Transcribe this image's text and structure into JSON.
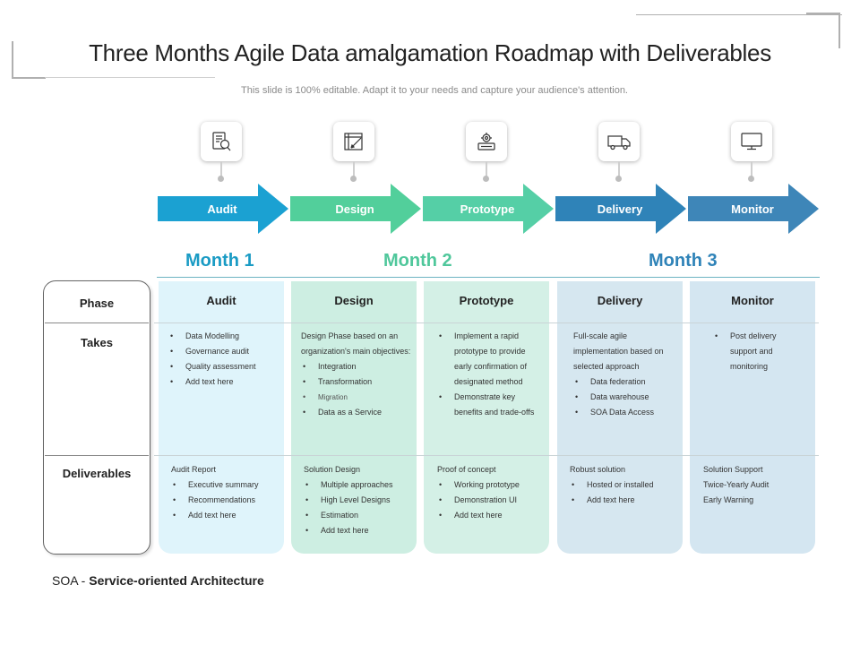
{
  "title": "Three Months Agile Data amalgamation Roadmap with Deliverables",
  "subtitle": "This slide is 100% editable. Adapt it to your needs and capture your audience's attention.",
  "colors": {
    "audit": "#1ba1d2",
    "design": "#4fcf9d",
    "prototype": "#4fcfa4",
    "delivery": "#2f83b8",
    "monitor": "#3e86b8",
    "month_text": "#1a9bc4",
    "col_audit": "#dff4fb",
    "col_design": "#cdeee2",
    "col_prototype": "#d4f0e6",
    "col_delivery": "#d6e7f0",
    "col_monitor": "#d4e6f1"
  },
  "phases": [
    {
      "label": "Audit",
      "icon": "audit-report-icon"
    },
    {
      "label": "Design",
      "icon": "design-tools-icon"
    },
    {
      "label": "Prototype",
      "icon": "prototype-gear-icon"
    },
    {
      "label": "Delivery",
      "icon": "delivery-truck-icon"
    },
    {
      "label": "Monitor",
      "icon": "monitor-icon"
    }
  ],
  "months": [
    "Month 1",
    "Month 2",
    "Month 3"
  ],
  "row_labels": {
    "phase": "Phase",
    "takes": "Takes",
    "deliverables": "Deliverables"
  },
  "columns": [
    {
      "header": "Audit",
      "takes_intro": "",
      "takes": [
        "Data Modelling",
        "Governance audit",
        "Quality assessment",
        "Add text here"
      ],
      "deliverables_intro": "Audit Report",
      "deliverables": [
        "Executive summary",
        "Recommendations",
        "Add text here"
      ]
    },
    {
      "header": "Design",
      "takes_intro": "Design Phase based on an organization's main objectives:",
      "takes": [
        "Integration",
        "Transformation",
        "Migration",
        "Data as a Service"
      ],
      "deliverables_intro": "Solution Design",
      "deliverables": [
        "Multiple approaches",
        "High Level Designs",
        "Estimation",
        "Add text here"
      ]
    },
    {
      "header": "Prototype",
      "takes_intro": "",
      "takes": [
        "Implement a rapid prototype to provide early confirmation of designated method",
        "Demonstrate key benefits and trade-offs"
      ],
      "deliverables_intro": "Proof of concept",
      "deliverables": [
        "Working prototype",
        "Demonstration UI",
        "Add text here"
      ]
    },
    {
      "header": "Delivery",
      "takes_intro": "Full-scale agile implementation based on selected approach",
      "takes": [
        "Data federation",
        "Data warehouse",
        "SOA Data Access"
      ],
      "deliverables_intro": "Robust solution",
      "deliverables": [
        "Hosted or installed",
        "Add text here"
      ]
    },
    {
      "header": "Monitor",
      "takes_intro": "",
      "takes": [
        "Post delivery support and monitoring"
      ],
      "deliverables_intro": "Solution Support",
      "deliverables_lines": [
        "Twice-Yearly Audit",
        "Early Warning"
      ]
    }
  ],
  "footnote": {
    "abbr": "SOA - ",
    "full": "Service-oriented Architecture"
  }
}
